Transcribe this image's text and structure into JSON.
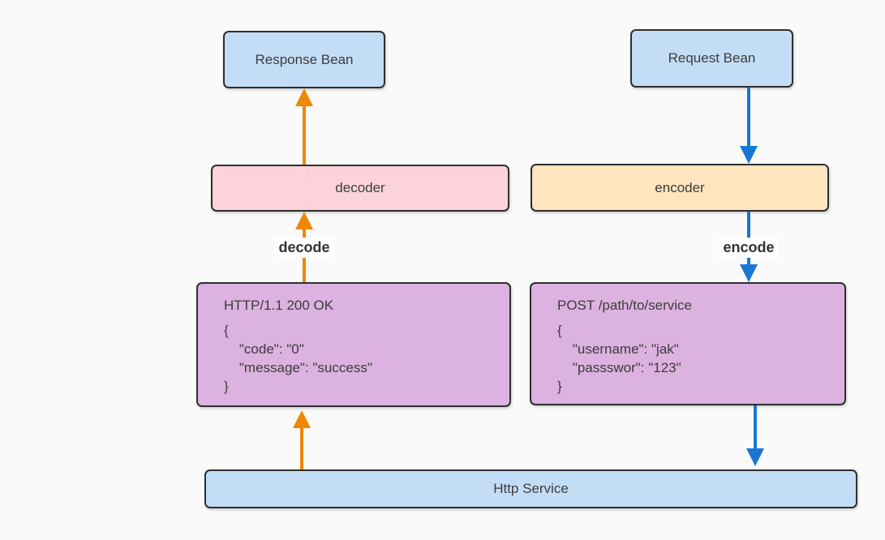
{
  "diagram": {
    "nodes": {
      "response_bean": {
        "label": "Response Bean"
      },
      "request_bean": {
        "label": "Request Bean"
      },
      "decoder": {
        "label": "decoder"
      },
      "encoder": {
        "label": "encoder"
      },
      "http_service": {
        "label": "Http Service"
      },
      "response_message": {
        "title": "HTTP/1.1 200 OK",
        "lines": [
          "{",
          "    \"code\": \"0\"",
          "    \"message\": \"success\"",
          "}"
        ]
      },
      "request_message": {
        "title": "POST /path/to/service",
        "lines": [
          "{",
          "    \"username\": \"jak\"",
          "    \"passswor\": \"123\"",
          "}"
        ]
      }
    },
    "edge_labels": {
      "decode": "decode",
      "encode": "encode"
    },
    "edges": [
      {
        "from": "http_service",
        "to": "response_message",
        "direction": "up",
        "color": "#f08705"
      },
      {
        "from": "response_message",
        "to": "decoder",
        "direction": "up",
        "color": "#f08705",
        "label": "decode"
      },
      {
        "from": "decoder",
        "to": "response_bean",
        "direction": "up",
        "color": "#f08705"
      },
      {
        "from": "request_bean",
        "to": "encoder",
        "direction": "down",
        "color": "#1877d2"
      },
      {
        "from": "encoder",
        "to": "request_message",
        "direction": "down",
        "color": "#1877d2",
        "label": "encode"
      },
      {
        "from": "request_message",
        "to": "http_service",
        "direction": "down",
        "color": "#1877d2"
      }
    ],
    "colors": {
      "background": "#fafafa",
      "bean_fill": "#c3ddf6",
      "decoder_fill": "#fcd3da",
      "encoder_fill": "#fce5bf",
      "message_fill": "#dcb2e0",
      "service_fill": "#c3ddf6",
      "node_border": "#2e2e2e",
      "text": "#3c3c3c",
      "decode_arrow_color": "#f08705",
      "encode_arrow_color": "#1877d2"
    }
  }
}
